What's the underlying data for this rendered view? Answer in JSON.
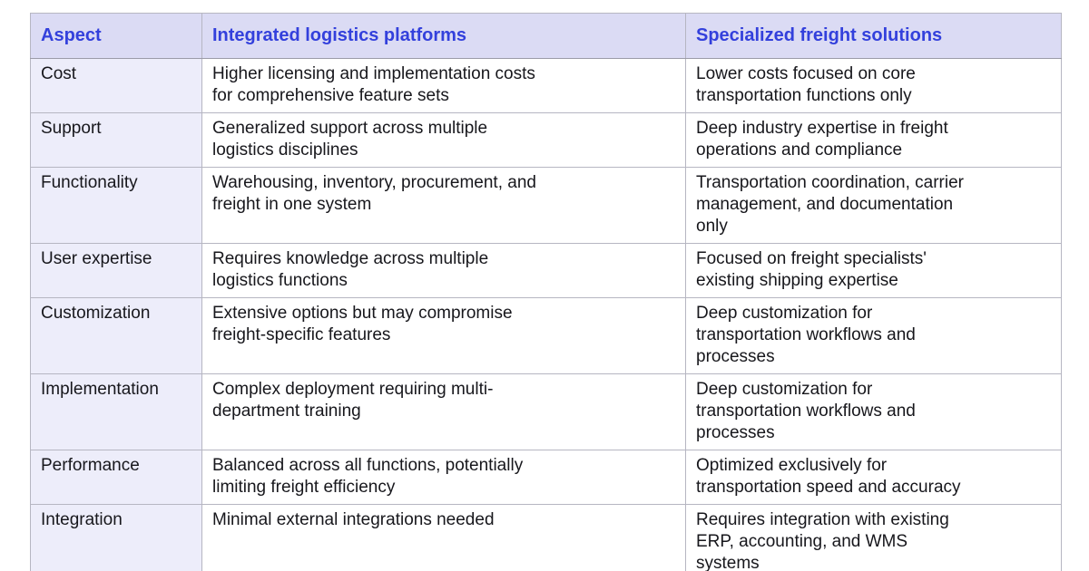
{
  "colors": {
    "accent": "#3340dc",
    "header_bg": "#dbdbf4",
    "aspect_column_bg": "#ededfa",
    "border": "#b6b6c2",
    "border_outer": "#9b9ba8",
    "text": "#17171c"
  },
  "table": {
    "columns": [
      "Aspect",
      "Integrated logistics platforms",
      "Specialized freight solutions"
    ],
    "rows": [
      {
        "aspect": "Cost",
        "integrated": "Higher licensing and implementation costs\nfor comprehensive feature sets",
        "specialized": "Lower costs focused on core\ntransportation functions only"
      },
      {
        "aspect": "Support",
        "integrated": "Generalized support across multiple\nlogistics disciplines",
        "specialized": "Deep industry expertise in freight\noperations and compliance"
      },
      {
        "aspect": "Functionality",
        "integrated": "Warehousing, inventory, procurement, and\nfreight in one system",
        "specialized": "Transportation coordination, carrier\nmanagement, and documentation\nonly"
      },
      {
        "aspect": "User expertise",
        "integrated": "Requires knowledge across multiple\nlogistics functions",
        "specialized": "Focused on freight specialists'\nexisting shipping expertise"
      },
      {
        "aspect": "Customization",
        "integrated": "Extensive options but may compromise\nfreight-specific features",
        "specialized": "Deep customization for\ntransportation workflows and\nprocesses"
      },
      {
        "aspect": "Implementation",
        "integrated": "Complex deployment requiring multi-\ndepartment training",
        "specialized": "Deep customization for\ntransportation workflows and\nprocesses"
      },
      {
        "aspect": "Performance",
        "integrated": "Balanced across all functions, potentially\nlimiting freight efficiency",
        "specialized": "Optimized exclusively for\ntransportation speed and accuracy"
      },
      {
        "aspect": "Integration",
        "integrated": "Minimal external integrations needed",
        "specialized": "Requires integration with existing\nERP, accounting, and WMS\nsystems"
      }
    ]
  }
}
